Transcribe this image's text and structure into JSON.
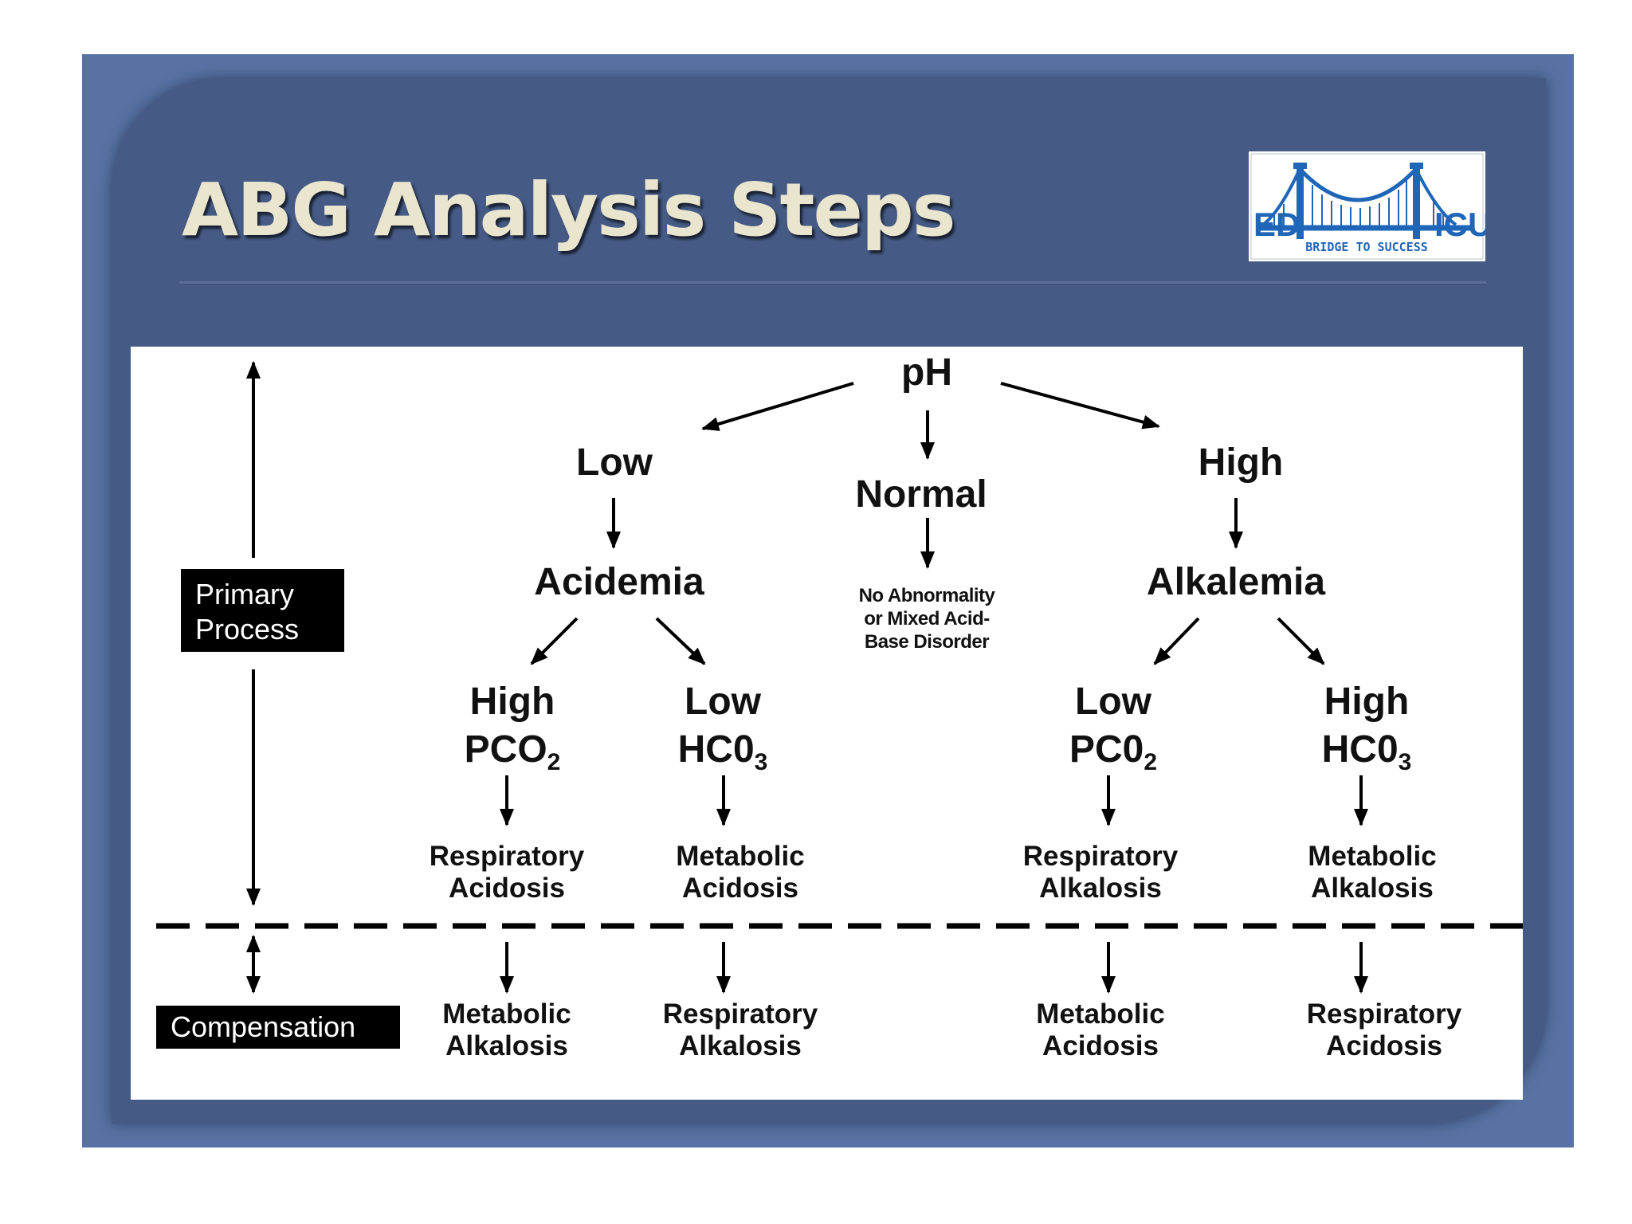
{
  "slide": {
    "title": "ABG Analysis Steps"
  },
  "logo": {
    "left": "ED",
    "right": "ICU",
    "tagline": "BRIDGE TO SUCCESS"
  },
  "colors": {
    "slide_frame": "#5873a3",
    "slide_background": "#455b86",
    "title_text": "#eae5cf",
    "diagram_background": "#ffffff",
    "diagram_text": "#111111",
    "label_box": "#000000",
    "logo_blue": "#1f66b8"
  },
  "labels": {
    "primary_process": [
      "Primary",
      "Process"
    ],
    "compensation": "Compensation"
  },
  "nodes": {
    "ph": "pH",
    "low": "Low",
    "normal": "Normal",
    "high": "High",
    "acidemia": "Acidemia",
    "no_abnormality": [
      "No Abnormality",
      "or Mixed Acid-",
      "Base Disorder"
    ],
    "alkalemia": "Alkalemia",
    "high_pco2": {
      "line1": "High",
      "line2": "PCO",
      "sub": "2"
    },
    "low_hco3": {
      "line1": "Low",
      "line2": "HC0",
      "sub": "3"
    },
    "low_pco2": {
      "line1": "Low",
      "line2": "PC0",
      "sub": "2"
    },
    "high_hco3": {
      "line1": "High",
      "line2": "HC0",
      "sub": "3"
    },
    "respiratory_acidosis": [
      "Respiratory",
      "Acidosis"
    ],
    "metabolic_acidosis": [
      "Metabolic",
      "Acidosis"
    ],
    "respiratory_alkalosis": [
      "Respiratory",
      "Alkalosis"
    ],
    "metabolic_alkalosis": [
      "Metabolic",
      "Alkalosis"
    ],
    "comp_metabolic_alkalosis": [
      "Metabolic",
      "Alkalosis"
    ],
    "comp_respiratory_alkalosis": [
      "Respiratory",
      "Alkalosis"
    ],
    "comp_metabolic_acidosis": [
      "Metabolic",
      "Acidosis"
    ],
    "comp_respiratory_acidosis": [
      "Respiratory",
      "Acidosis"
    ]
  }
}
